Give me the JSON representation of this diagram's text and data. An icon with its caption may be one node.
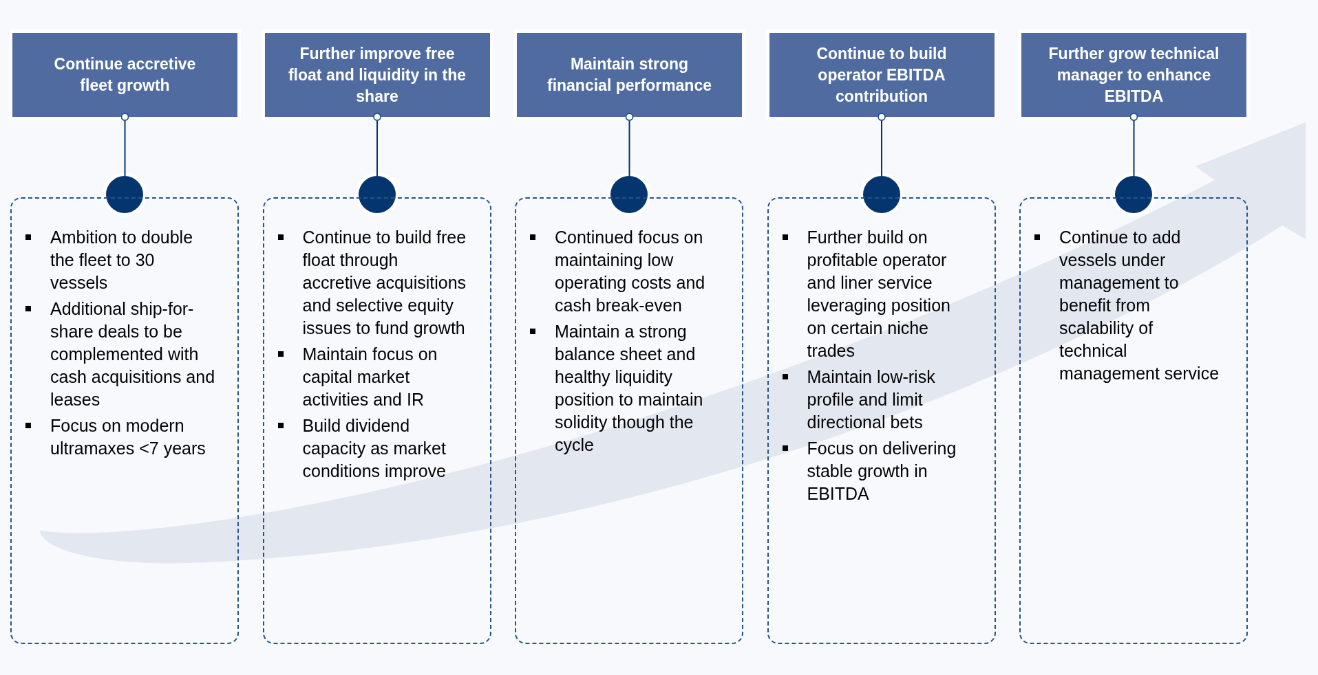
{
  "diagram": {
    "nodes": [
      {
        "text": [
          "Continue accretive fleet growth"
        ]
      },
      {
        "text": [],
        "shape": "circle"
      },
      {
        "text": [
          "Ambition to double the fleet to 30 vessels",
          "Additional ship-for-share deals to be complemented with cash acquisitions and leases",
          "Focus on modern ultramaxes <7 years"
        ]
      },
      {
        "text": [
          "Further improve free float and liquidity in the share"
        ]
      },
      {
        "text": [],
        "shape": "circle"
      },
      {
        "text": [
          "Continue to build free float through accretive acquisitions and selective equity issues to fund growth",
          "Maintain focus on capital market activities and IR",
          "Build dividend capacity as market conditions improve"
        ]
      },
      {
        "text": [
          "Maintain strong financial performance"
        ]
      },
      {
        "text": [],
        "shape": "circle"
      },
      {
        "text": [
          "Continued focus on maintaining low operating costs and cash break-even",
          "Maintain a strong balance sheet and healthy liquidity position to maintain solidity though the cycle"
        ]
      },
      {
        "text": [
          "Continue to build operator EBITDA contribution"
        ]
      },
      {
        "text": [],
        "shape": "circle"
      },
      {
        "text": [
          "Further build on profitable operator and liner service leveraging position on certain niche trades",
          "Maintain low-risk profile and limit directional bets",
          "Focus on delivering stable growth in EBITDA"
        ]
      },
      {
        "text": [
          "Further grow technical manager to enhance EBITDA"
        ]
      },
      {
        "text": [],
        "shape": "circle"
      },
      {
        "text": [
          "Continue to add vessels under management to benefit from scalability of technical management service"
        ]
      }
    ],
    "edges": [
      {
        "from": 0,
        "to": 1,
        "arrow": "other"
      },
      {
        "from": 3,
        "to": 4,
        "arrow": "other"
      },
      {
        "from": 6,
        "to": 7,
        "arrow": "other"
      },
      {
        "from": 9,
        "to": 10,
        "arrow": "other"
      },
      {
        "from": 12,
        "to": 13,
        "arrow": "other"
      }
    ]
  }
}
